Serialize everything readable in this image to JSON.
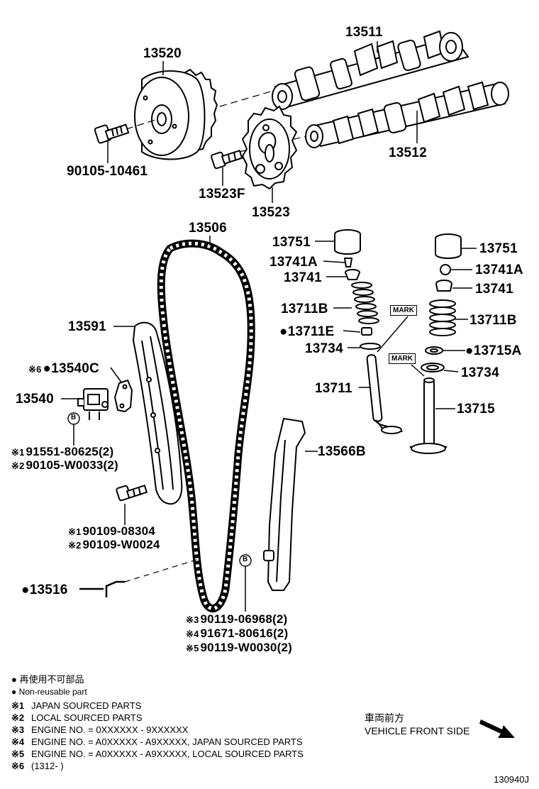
{
  "labels": {
    "p13511": "13511",
    "p13520": "13520",
    "p13512": "13512",
    "p90105_10461": "90105-10461",
    "p13523F": "13523F",
    "p13523": "13523",
    "p13506": "13506",
    "p13751_a": "13751",
    "p13741A_a": "13741A",
    "p13741_a": "13741",
    "p13711B": "13711B",
    "p13711E": "13711E",
    "p13734_a": "13734",
    "p13711": "13711",
    "p13751_b": "13751",
    "p13741A_b": "13741A",
    "p13741_b": "13741",
    "p13715B": "13711B",
    "p13715A": "13715A",
    "p13734_b": "13734",
    "p13715": "13715",
    "p13591": "13591",
    "p13540C": "13540C",
    "p13540": "13540",
    "p13566B": "13566B",
    "p13516": "13516",
    "bolt_j1": "91551-80625(2)",
    "bolt_j2": "90105-W0033(2)",
    "bolt_k1": "90109-08304",
    "bolt_k2": "90109-W0024",
    "bolt_m3": "90119-06968(2)",
    "bolt_m4": "91671-80616(2)",
    "bolt_m5": "90119-W0030(2)"
  },
  "notes": {
    "n1": "※1",
    "n2": "※2",
    "n3": "※3",
    "n4": "※4",
    "n5": "※5",
    "n6": "※6",
    "mark": "MARK",
    "b": "B"
  },
  "legend": {
    "dot_jp": "再使用不可部品",
    "dot_en": "Non-reusable part",
    "s1": "JAPAN SOURCED PARTS",
    "s2": "LOCAL SOURCED PARTS",
    "s3": "ENGINE NO. = 0XXXXXX - 9XXXXXX",
    "s4": "ENGINE NO. = A0XXXXX - A9XXXXX, JAPAN SOURCED PARTS",
    "s5": "ENGINE NO. = A0XXXXX - A9XXXXX, LOCAL SOURCED PARTS",
    "s6": "(1312-        )"
  },
  "direction": {
    "jp": "車両前方",
    "en": "VEHICLE FRONT SIDE"
  },
  "figure_id": "130940J"
}
